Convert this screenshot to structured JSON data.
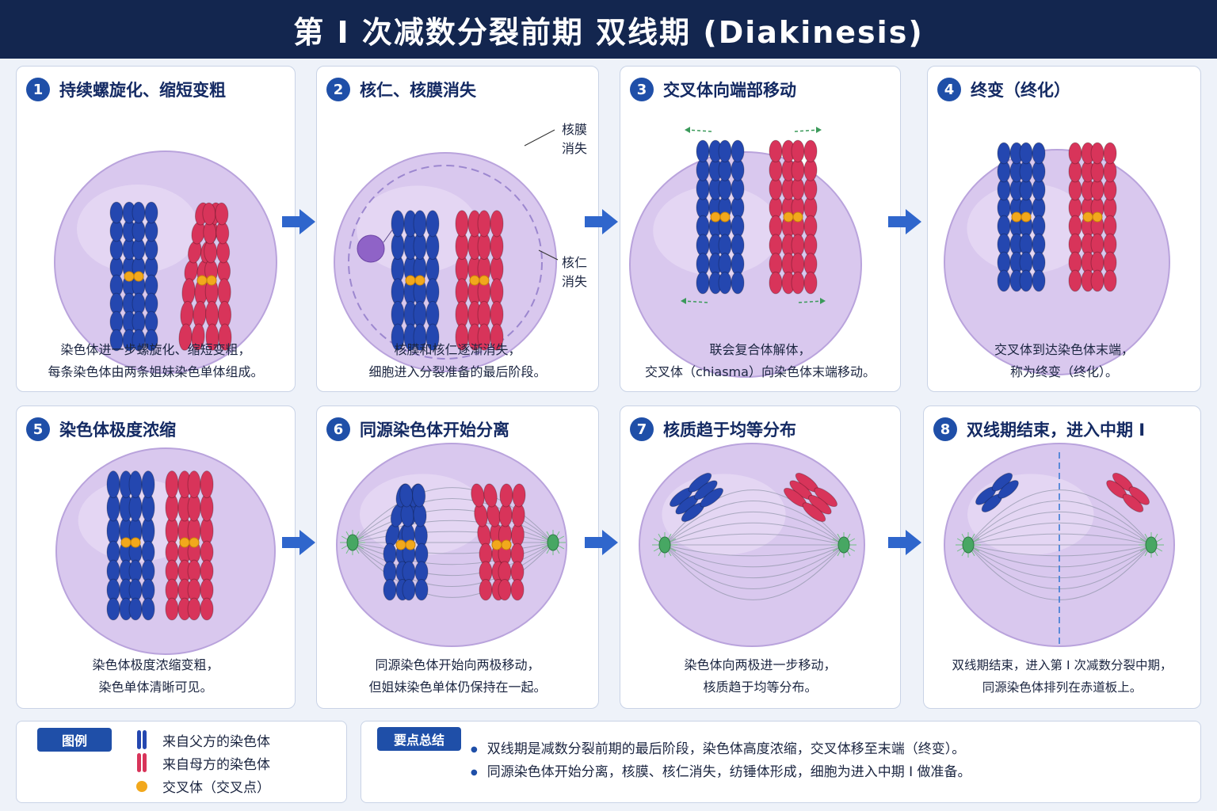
{
  "title": "第 I 次减数分裂前期  双线期 (Diakinesis)",
  "panels": [
    {
      "num": "1",
      "title": "持续螺旋化、缩短变粗",
      "caption": [
        "染色体进一步螺旋化、缩短变粗，",
        "每条染色体由两条姐妹染色单体组成。"
      ]
    },
    {
      "num": "2",
      "title": "核仁、核膜消失",
      "caption": [
        "核膜和核仁逐渐消失，",
        "细胞进入分裂准备的最后阶段。"
      ],
      "labels": {
        "membrane": [
          "核膜",
          "消失"
        ],
        "nucleolus": [
          "核仁",
          "消失"
        ]
      }
    },
    {
      "num": "3",
      "title": "交叉体向端部移动",
      "caption": [
        "联会复合体解体，",
        "交叉体（chiasma）向染色体末端移动。"
      ]
    },
    {
      "num": "4",
      "title": "终变（终化）",
      "caption": [
        "交叉体到达染色体末端，",
        "称为终变（终化）。"
      ]
    },
    {
      "num": "5",
      "title": "染色体极度浓缩",
      "caption": [
        "染色体极度浓缩变粗，",
        "染色单体清晰可见。"
      ]
    },
    {
      "num": "6",
      "title": "同源染色体开始分离",
      "caption": [
        "同源染色体开始向两极移动，",
        "但姐妹染色单体仍保持在一起。"
      ]
    },
    {
      "num": "7",
      "title": "核质趋于均等分布",
      "caption": [
        "染色体向两极进一步移动，",
        "核质趋于均等分布。"
      ]
    },
    {
      "num": "8",
      "title": "双线期结束，进入中期 I",
      "caption": [
        "双线期结束，进入第 I 次减数分裂中期，",
        "同源染色体排列在赤道板上。"
      ]
    }
  ],
  "legend": {
    "tag": "图例",
    "items": [
      "来自父方的染色体",
      "来自母方的染色体",
      "交叉体（交叉点）"
    ]
  },
  "summary": {
    "tag": "要点总结",
    "items": [
      "双线期是减数分裂前期的最后阶段，染色体高度浓缩，交叉体移至末端（终变）。",
      "同源染色体开始分离，核膜、核仁消失，纺锤体形成，细胞为进入中期 I 做准备。"
    ]
  },
  "colors": {
    "paternal": "#2447b0",
    "maternal": "#d8345a",
    "chiasma": "#f2a81c",
    "cell": "#d9c8ee",
    "accent": "#1f4fa8"
  }
}
